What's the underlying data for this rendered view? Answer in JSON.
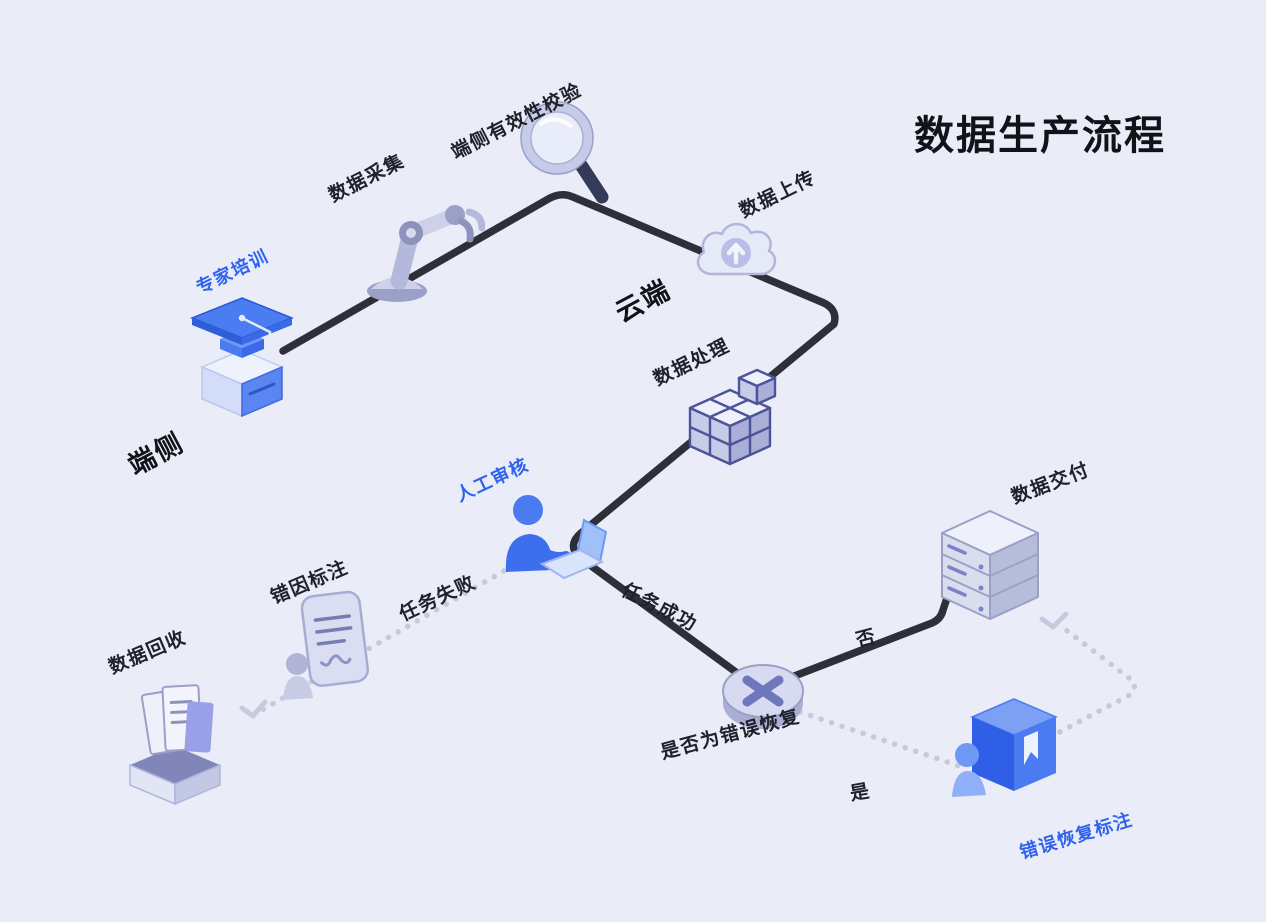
{
  "title": "数据生产流程",
  "zones": {
    "device": "端侧",
    "cloud": "云端"
  },
  "steps": {
    "expert_training": "专家培训",
    "data_collection": "数据采集",
    "device_validation": "端侧有效性校验",
    "data_upload": "数据上传",
    "data_processing": "数据处理",
    "manual_review": "人工审核",
    "error_cause_annotation": "错因标注",
    "data_recycle": "数据回收",
    "data_delivery": "数据交付",
    "error_recovery_decision": "是否为错误恢复",
    "error_recovery_annotation": "错误恢复标注"
  },
  "branches": {
    "task_success": "任务成功",
    "task_fail": "任务失败",
    "yes": "是",
    "no": "否"
  },
  "colors": {
    "background": "#eaecf8",
    "accent_blue": "#2f63ee",
    "text_dark": "#20212b",
    "solid_path": "#2e2f38",
    "dotted_path": "#c7cade",
    "icon_light": "#e6e9f7",
    "icon_mid": "#c3c8e4",
    "icon_dark": "#9aa0c6"
  }
}
